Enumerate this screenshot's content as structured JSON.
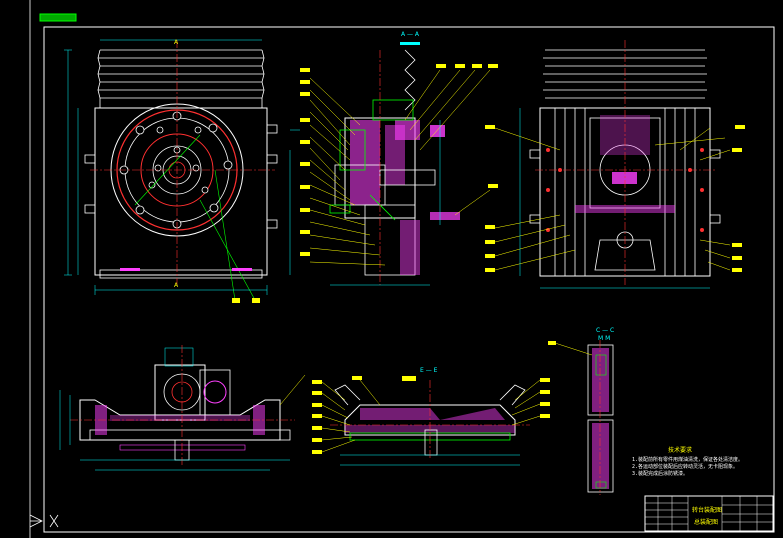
{
  "drawing": {
    "section_label_aa": "A — A",
    "section_label_ee": "E — E",
    "section_label_cc": "C — C",
    "section_sub_cc": "M M",
    "mark_a_top": "A",
    "mark_a_bottom": "A",
    "notes_title": "技术要求",
    "note_1": "1.装配前所有零件用煤油清洗，保证各处清洁度。",
    "note_2": "2.各运动部位装配后应转动灵活，无卡阻现象。",
    "note_3": "3.装配完成后涂防锈漆。",
    "title_block_name": "转台装配图",
    "title_block_sub": "总装配图"
  },
  "ucs_icon": "ucs-axis-icon",
  "colors": {
    "background": "#000000",
    "outline": "#ffffff",
    "frame_green": "#00ff00",
    "centerline_red": "#ff3030",
    "hatch_magenta": "#ff40ff",
    "dim_cyan": "#00ffff",
    "label_yellow": "#ffff00"
  }
}
